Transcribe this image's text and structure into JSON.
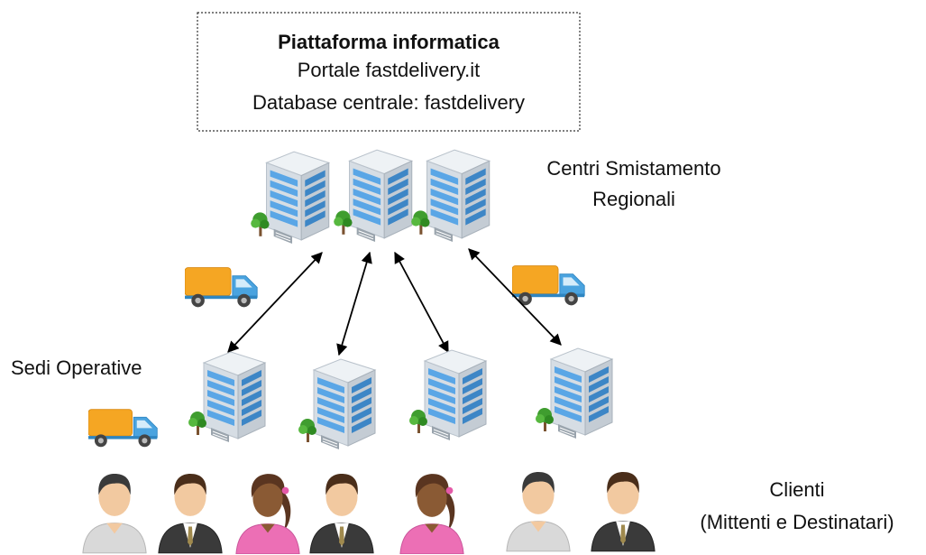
{
  "platform": {
    "title": "Piattaforma informatica",
    "portal": "Portale fastdelivery.it",
    "database": "Database centrale: fastdelivery"
  },
  "labels": {
    "regional_centers_line1": "Centri Smistamento",
    "regional_centers_line2": "Regionali",
    "operative_sites": "Sedi Operative",
    "clients_line1": "Clienti",
    "clients_line2": "(Mittenti e Destinatari)"
  },
  "icons": {
    "building": "office-building-icon",
    "truck": "delivery-truck-icon",
    "client_casual": "user-casual-icon",
    "client_suit": "user-business-icon",
    "client_woman": "user-woman-icon"
  },
  "clients": [
    "casual",
    "suit",
    "woman",
    "suit",
    "woman",
    "casual",
    "suit"
  ],
  "colors": {
    "building_glass": "#5aa6e6",
    "building_frame": "#d6dde4",
    "tree": "#3f9d2f",
    "truck_cargo": "#f5a623",
    "truck_cab": "#4aa3df",
    "skin_light": "#f2c9a0",
    "skin_dark": "#8a5a34",
    "suit": "#3a3a3a",
    "shirt_grey": "#d9d9d9",
    "shirt_pink": "#ec6fb5"
  }
}
